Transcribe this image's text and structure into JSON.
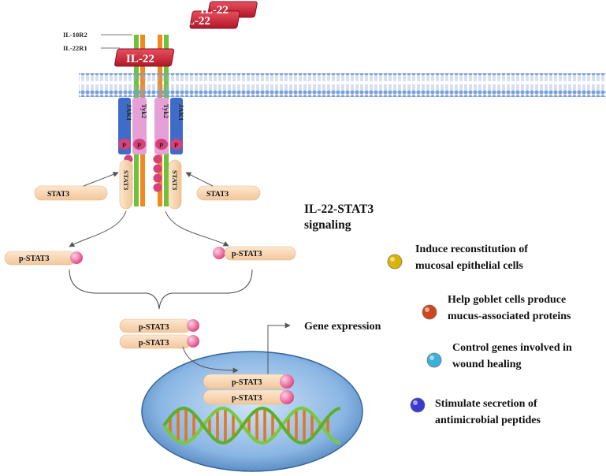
{
  "ligand": {
    "free_1": "IL-22",
    "free_2": "IL-22",
    "bound": "IL-22"
  },
  "receptor": {
    "il10r2": "IL-10R2",
    "il22r1": "IL-22R1"
  },
  "kinases": {
    "jak1": "JAK1",
    "tyk2": "Tyk2",
    "phospho": "P"
  },
  "stat": {
    "stat3_left": "STAT3",
    "stat3_right": "STAT3",
    "docked": "STAT3",
    "pstat3": "p-STAT3"
  },
  "pathway": {
    "title_line1": "IL-22-STAT3",
    "title_line2": "signaling"
  },
  "gene_expression": "Gene expression",
  "effects": [
    {
      "line1": "Induce reconstitution of",
      "line2": "mucosal epithelial cells",
      "color": "#d9b400"
    },
    {
      "line1": "Help goblet cells produce",
      "line2": "mucus-associated proteins",
      "color": "#d0461c"
    },
    {
      "line1": "Control genes involved in",
      "line2": "wound healing",
      "color": "#3ab0dc"
    },
    {
      "line1": "Stimulate secretion of",
      "line2": "antimicrobial peptides",
      "color": "#3a3ad0"
    }
  ]
}
